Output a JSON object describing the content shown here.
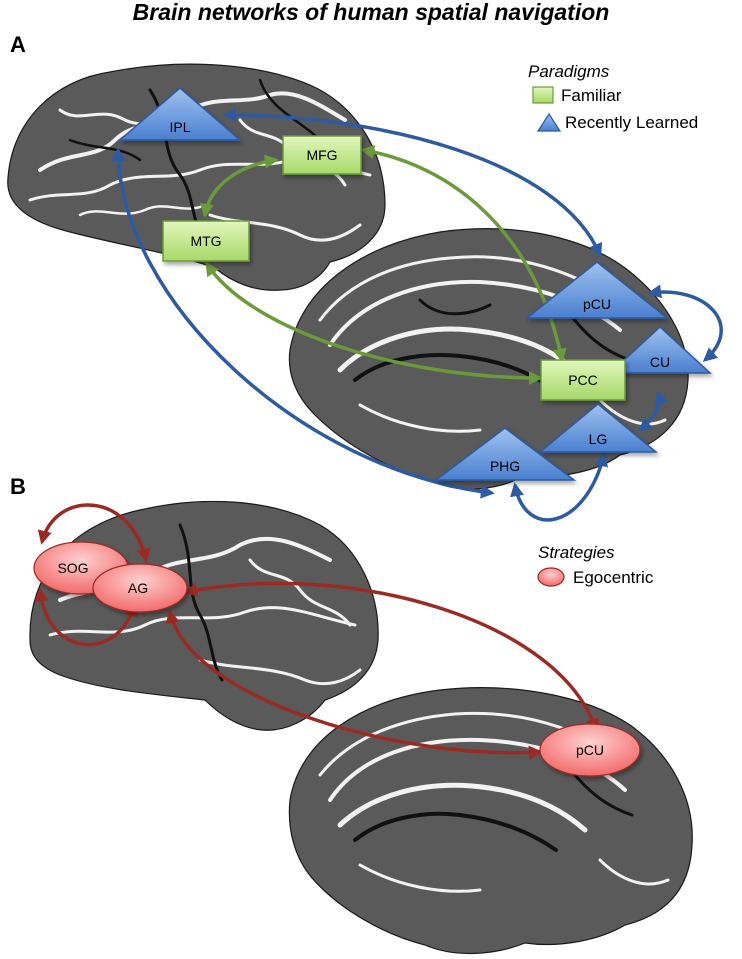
{
  "title": "Brain networks of human spatial navigation",
  "panels": {
    "a": {
      "label": "A",
      "legend": {
        "title": "Paradigms",
        "items": [
          {
            "label": "Familiar",
            "shape": "square",
            "color": "#b8e07c"
          },
          {
            "label": "Recently Learned",
            "shape": "triangle",
            "color": "#5b8fd6"
          }
        ]
      },
      "nodes": {
        "ipl": "IPL",
        "mfg": "MFG",
        "mtg": "MTG",
        "pcu": "pCU",
        "pcc": "PCC",
        "cu": "CU",
        "lg": "LG",
        "phg": "PHG"
      },
      "edge_colors": {
        "familiar": "#6b9a3a",
        "recently_learned": "#2d5aa0"
      }
    },
    "b": {
      "label": "B",
      "legend": {
        "title": "Strategies",
        "items": [
          {
            "label": "Egocentric",
            "shape": "ellipse",
            "color": "#f07a7a"
          }
        ]
      },
      "nodes": {
        "sog": "SOG",
        "ag": "AG",
        "pcu": "pCU"
      },
      "edge_colors": {
        "egocentric": "#9b2a22"
      }
    }
  }
}
